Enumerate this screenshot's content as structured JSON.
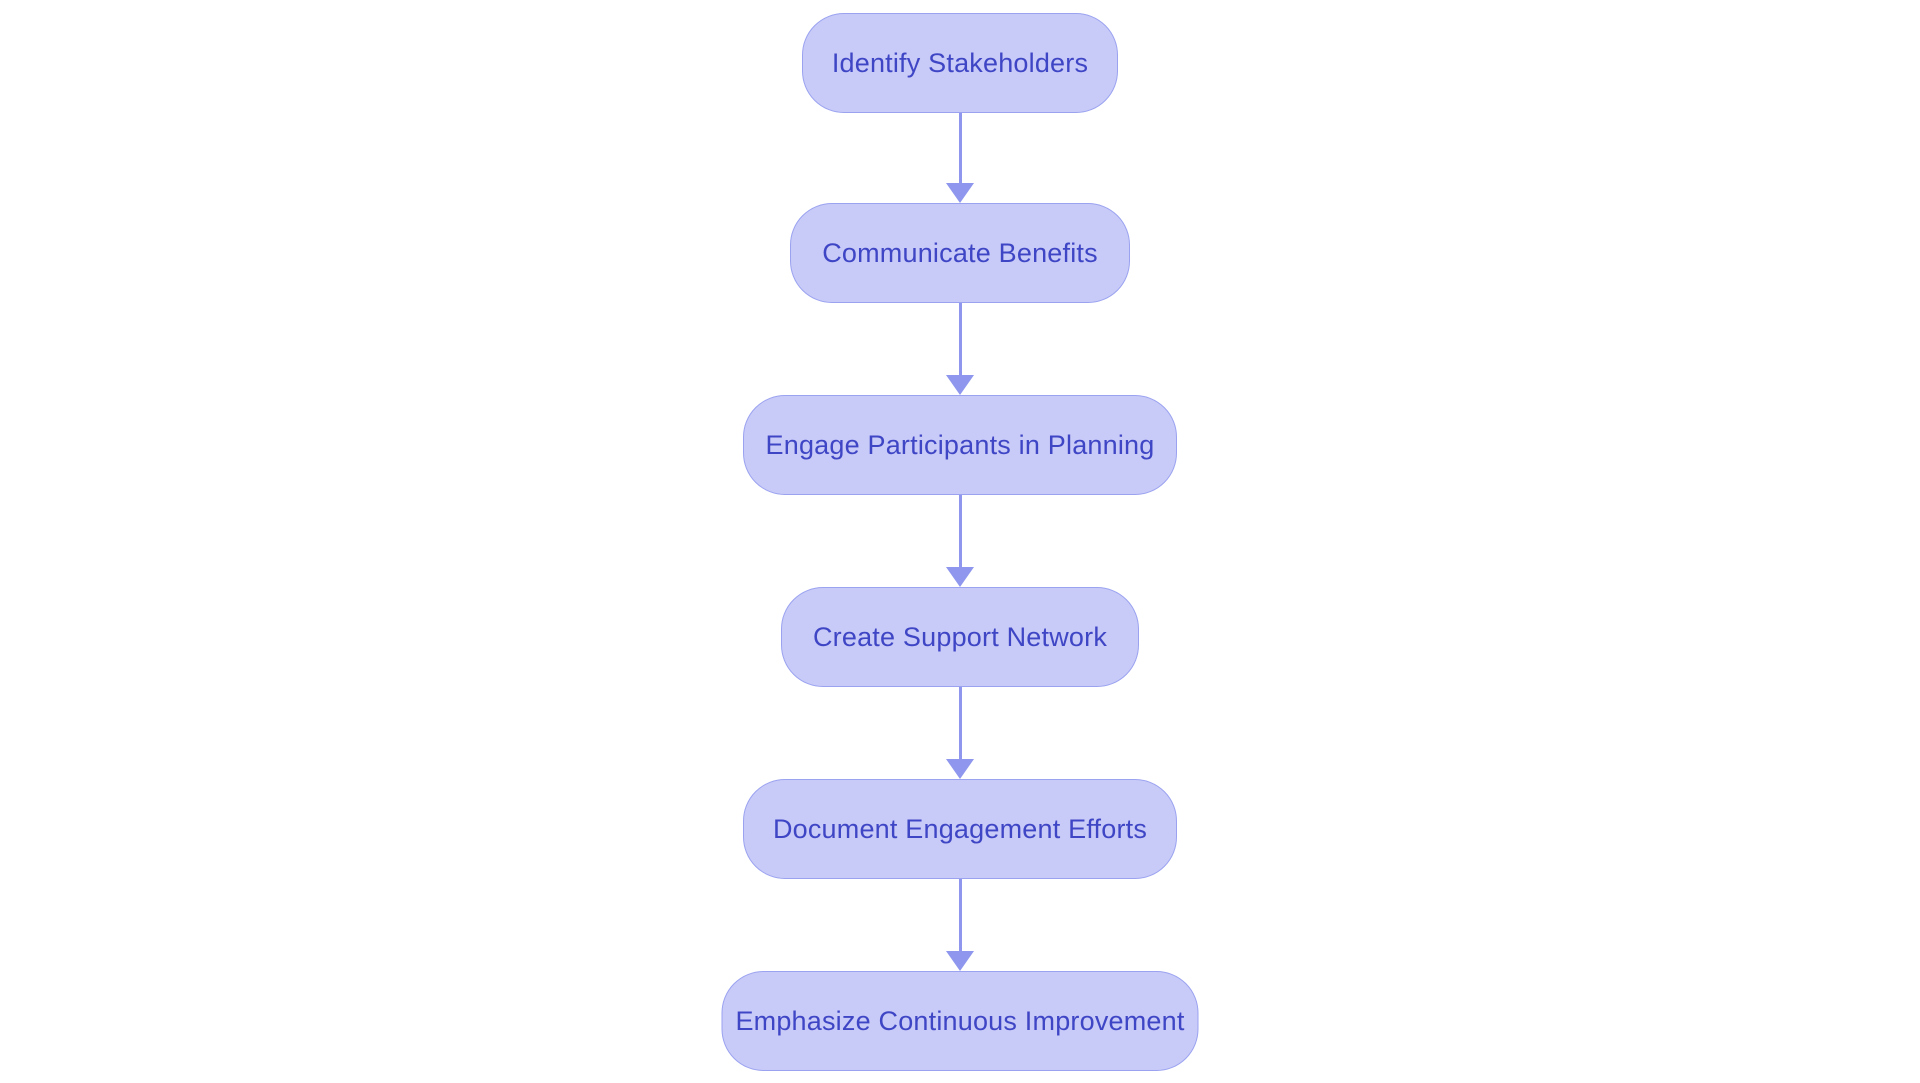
{
  "flowchart": {
    "type": "vertical-process-flow",
    "nodes": [
      {
        "id": 0,
        "label": "Identify Stakeholders"
      },
      {
        "id": 1,
        "label": "Communicate Benefits"
      },
      {
        "id": 2,
        "label": "Engage Participants in Planning"
      },
      {
        "id": 3,
        "label": "Create Support Network"
      },
      {
        "id": 4,
        "label": "Document Engagement Efforts"
      },
      {
        "id": 5,
        "label": "Emphasize Continuous Improvement"
      }
    ],
    "connections": [
      {
        "from": 0,
        "to": 1,
        "style": "arrow-down"
      },
      {
        "from": 1,
        "to": 2,
        "style": "arrow-down"
      },
      {
        "from": 2,
        "to": 3,
        "style": "arrow-down"
      },
      {
        "from": 3,
        "to": 4,
        "style": "arrow-down"
      },
      {
        "from": 4,
        "to": 5,
        "style": "arrow-down"
      }
    ]
  },
  "colors": {
    "background": "#ffffff",
    "node_fill": "#c8caf7",
    "node_border": "#9ba3f0",
    "node_text": "#3f46c5",
    "arrow": "#8e96ee"
  }
}
